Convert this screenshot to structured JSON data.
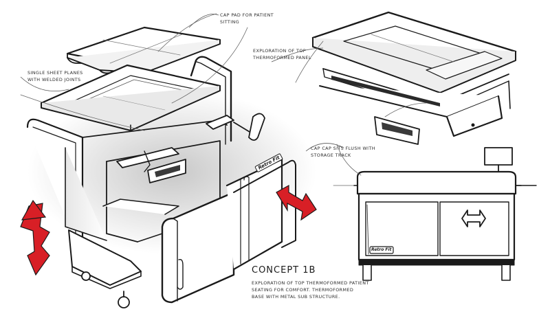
{
  "annotations": {
    "cap_pad": "Cap pad for patient\nsitting",
    "sheet_planes": "Single sheet planes\nwith welded joints",
    "top_panel": "Exploration of top\nthermoformed panel",
    "cap_track": "Cap cap sits flush with\nstorage track",
    "concept_title": "Concept 1b",
    "concept_desc": "Exploration of top thermoformed patient\nseating for comfort. Thermoformed\nbase with metal sub structure."
  },
  "brand": {
    "badge_left": "Retro Fit",
    "badge_right": "Retro Fit"
  },
  "colors": {
    "ink": "#1a1a1a",
    "accent": "#d81f26",
    "panel": "#ffffff",
    "shade": "#cfcfcf"
  }
}
